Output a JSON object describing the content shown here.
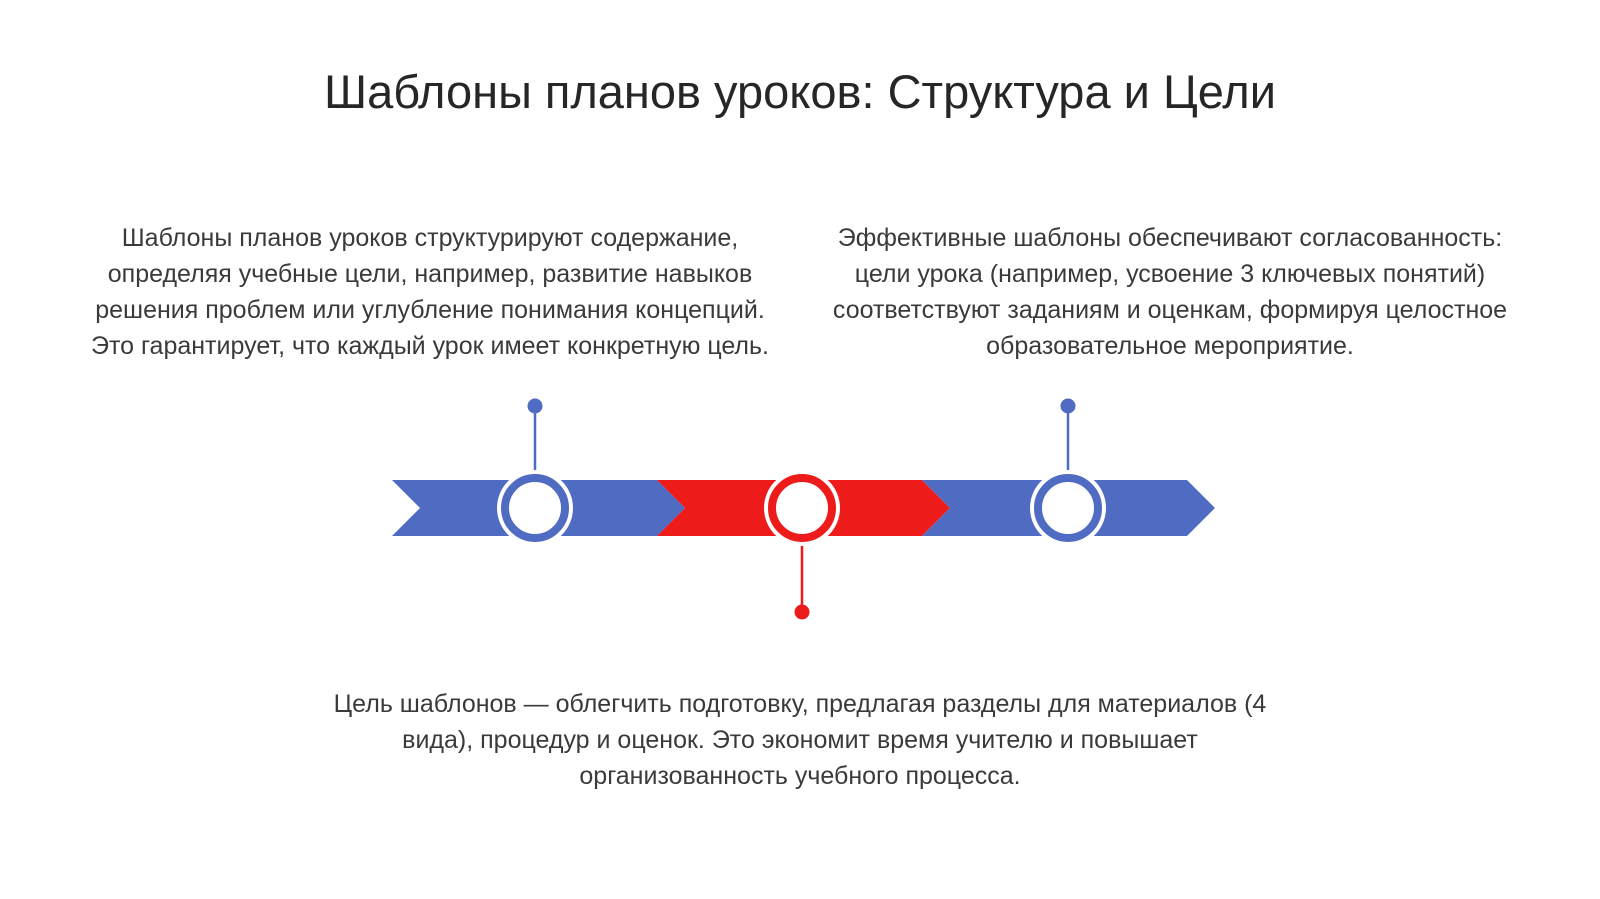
{
  "title": "Шаблоны планов уроков: Структура и Цели",
  "items": [
    {
      "text": "Шаблоны планов уроков структурируют содержание, определяя учебные цели, например, развитие навыков решения проблем или углубление понимания концепций. Это гарантирует, что каждый урок имеет конкретную цель.",
      "color": "#4f6bc2"
    },
    {
      "text": "Цель шаблонов — облегчить подготовку, предлагая разделы для материалов (4 вида), процедур и оценок. Это экономит время учителю и повышает организованность учебного процесса.",
      "color": "#ee1b1b"
    },
    {
      "text": "Эффективные шаблоны обеспечивают согласованность: цели урока (например, усвоение 3 ключевых понятий) соответствуют заданиям и оценкам, формируя целостное образовательное мероприятие.",
      "color": "#4f6bc2"
    }
  ]
}
